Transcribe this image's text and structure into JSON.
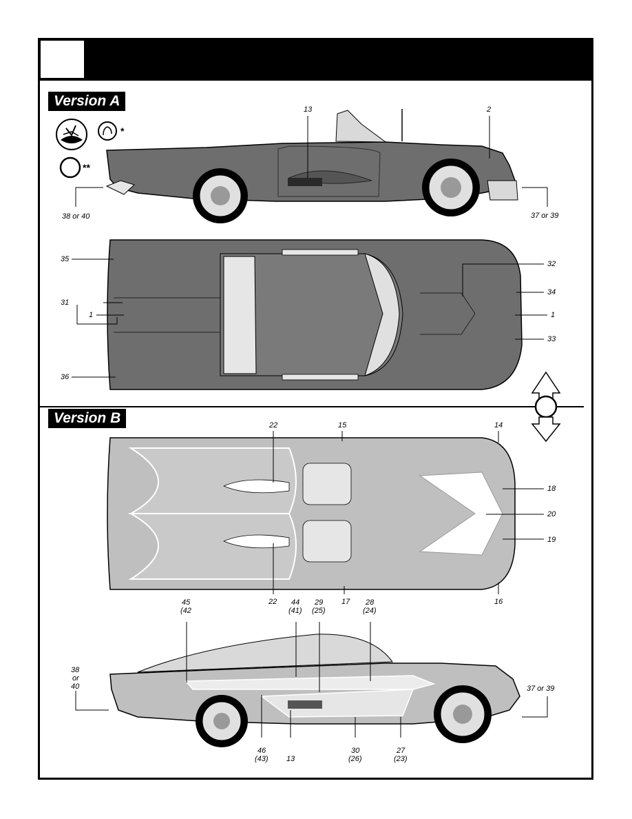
{
  "header": {
    "step_number": ""
  },
  "version_a": {
    "label": "Version A",
    "legend": {
      "single_mark": "*",
      "double_mark": "**"
    },
    "side_view": {
      "c13": "13",
      "c2": "2",
      "c38or40": "38 or 40",
      "c37or39": "37 or 39"
    },
    "top_view": {
      "c35": "35",
      "c31": "31",
      "c1_left": "1",
      "c36": "36",
      "c32": "32",
      "c34": "34",
      "c1_right": "1",
      "c33": "33"
    }
  },
  "version_b": {
    "label": "Version B",
    "top_view": {
      "c22_top": "22",
      "c15": "15",
      "c14": "14",
      "c18": "18",
      "c20": "20",
      "c19": "19",
      "c22_bottom": "22",
      "c17": "17",
      "c16": "16"
    },
    "side_view": {
      "c45": "45",
      "c45b": "(42",
      "c44": "44",
      "c44b": "(41)",
      "c29": "29",
      "c29b": "(25)",
      "c28": "28",
      "c28b": "(24)",
      "c38": "38",
      "c38or": "or",
      "c38_40": "40",
      "c37or39": "37 or 39",
      "c46": "46",
      "c46b": "(43)",
      "c13": "13",
      "c30": "30",
      "c30b": "(26)",
      "c27": "27",
      "c27b": "(23)"
    }
  },
  "colors": {
    "dark_body": "#6e6e6e",
    "light_body": "#bfbfbf",
    "ink": "#000000"
  }
}
